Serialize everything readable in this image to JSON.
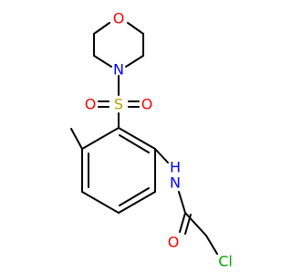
{
  "molecule": {
    "atoms": {
      "oxygen_morpholine": {
        "symbol": "O",
        "color": "#ff0000"
      },
      "nitrogen_morpholine": {
        "symbol": "N",
        "color": "#0000ff"
      },
      "sulfur": {
        "symbol": "S",
        "color": "#b8a000"
      },
      "oxygen_sulfonyl_left": {
        "symbol": "O",
        "color": "#ff0000"
      },
      "oxygen_sulfonyl_right": {
        "symbol": "O",
        "color": "#ff0000"
      },
      "nitrogen_amide": {
        "symbol": "N",
        "color": "#0000ff"
      },
      "hydrogen_amide": {
        "symbol": "H",
        "color": "#0000ff"
      },
      "oxygen_carbonyl": {
        "symbol": "O",
        "color": "#ff0000"
      },
      "chlorine": {
        "symbol": "Cl",
        "color": "#00aa00"
      }
    },
    "bond_color": "#000000"
  }
}
